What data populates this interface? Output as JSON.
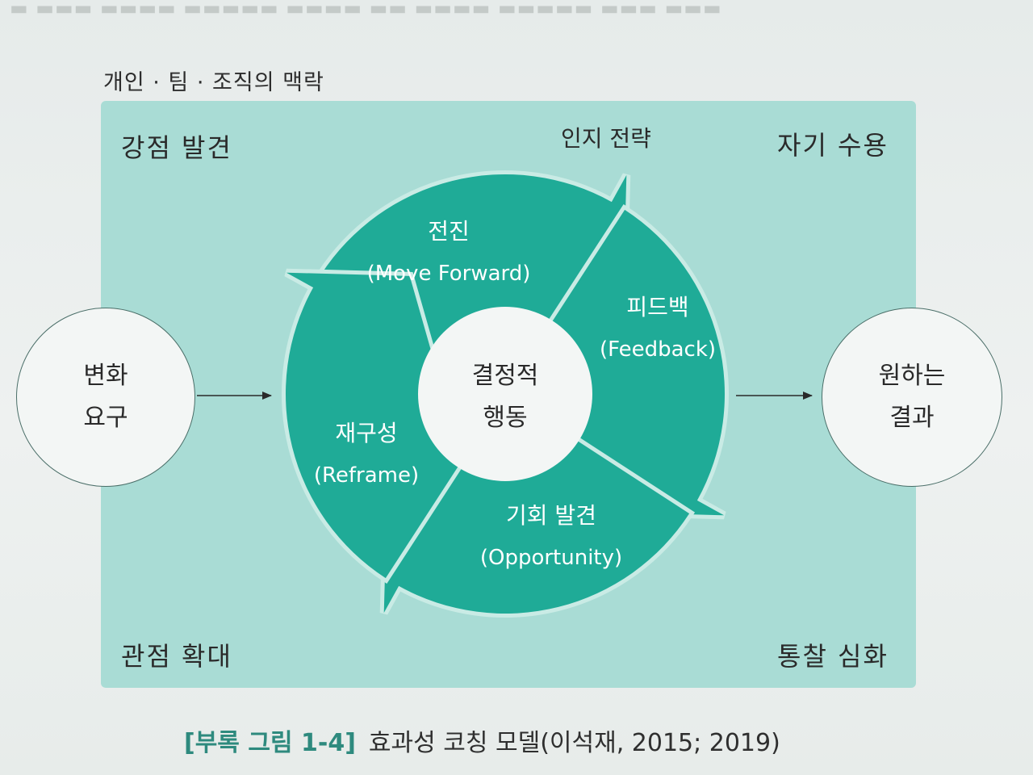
{
  "context_label": "개인 · 팀 · 조직의 맥락",
  "corners": {
    "top_left": "강점 발견",
    "top_right": "자기 수용",
    "bottom_left": "관점 확대",
    "bottom_right": "통찰 심화"
  },
  "top_center": "인지 전략",
  "input_node": {
    "line1": "변화",
    "line2": "요구"
  },
  "output_node": {
    "line1": "원하는",
    "line2": "결과"
  },
  "center_node": {
    "line1": "결정적",
    "line2": "행동"
  },
  "cycle": [
    {
      "ko": "전진",
      "en": "(Move Forward)"
    },
    {
      "ko": "피드백",
      "en": "(Feedback)"
    },
    {
      "ko": "기회 발견",
      "en": "(Opportunity)"
    },
    {
      "ko": "재구성",
      "en": "(Reframe)"
    }
  ],
  "caption": {
    "tag": "[부록 그림 1-4]",
    "title": "효과성 코칭 모델(이석재, 2015; 2019)"
  },
  "colors": {
    "panel": "#a9dcd5",
    "cycle_arrow": "#1fab97",
    "node_fill": "#f3f6f5",
    "caption_tag": "#2e8a7e"
  }
}
